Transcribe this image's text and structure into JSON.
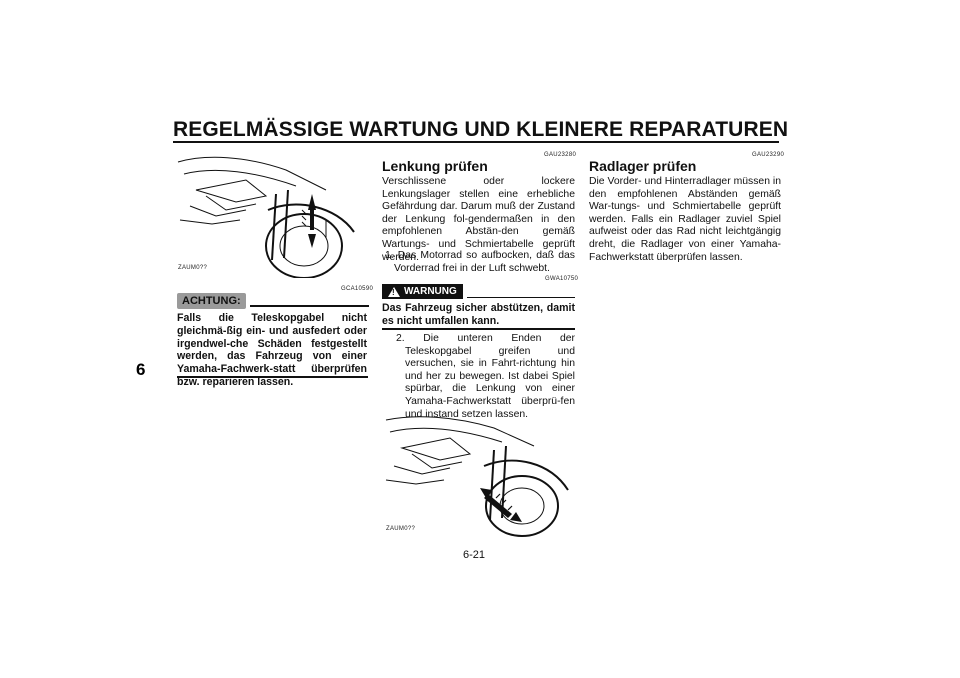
{
  "header": {
    "title": "REGELMÄSSIGE WARTUNG UND KLEINERE REPARATUREN"
  },
  "chapter_tab": "6",
  "page_number": "6-21",
  "left_column": {
    "figure_code": "ZAUM0??",
    "achtung_code": "GCA10590",
    "achtung_label": "ACHTUNG:",
    "achtung_text": "Falls die Teleskopgabel nicht gleichmä-ßig ein- und ausfedert oder irgendwel-che Schäden festgestellt werden, das Fahrzeug von einer Yamaha-Fachwerk-statt überprüfen bzw. reparieren lassen."
  },
  "middle_column": {
    "section_code": "GAU23280",
    "title": "Lenkung prüfen",
    "intro": "Verschlissene oder lockere Lenkungslager stellen eine erhebliche Gefährdung dar. Darum muß der Zustand der Lenkung fol-gendermaßen in den empfohlenen Abstän-den gemäß Wartungs- und Schmiertabelle geprüft werden.",
    "step1": "1. Das Motorrad so aufbocken, daß das Vorderrad frei in der Luft schwebt.",
    "warnung_label": "WARNUNG",
    "warnung_code": "GWA10750",
    "warnung_text": "Das Fahrzeug sicher abstützen, damit es nicht umfallen kann.",
    "step2": "2. Die unteren Enden der Teleskopgabel greifen und versuchen, sie in Fahrt-richtung hin und her zu bewegen. Ist dabei Spiel spürbar, die Lenkung von einer Yamaha-Fachwerkstatt überprü-fen und instand setzen lassen.",
    "figure_code": "ZAUM0??"
  },
  "right_column": {
    "section_code": "GAU23290",
    "title": "Radlager prüfen",
    "text": "Die Vorder- und Hinterradlager müssen in den empfohlenen Abständen gemäß War-tungs- und Schmiertabelle geprüft werden. Falls ein Radlager zuviel Spiel aufweist oder das Rad nicht leichtgängig dreht, die Radlager von einer Yamaha-Fachwerkstatt überprüfen lassen."
  },
  "icons": [
    "scooter-fork-figure-icon",
    "scooter-steering-figure-icon",
    "warning-triangle-icon"
  ]
}
